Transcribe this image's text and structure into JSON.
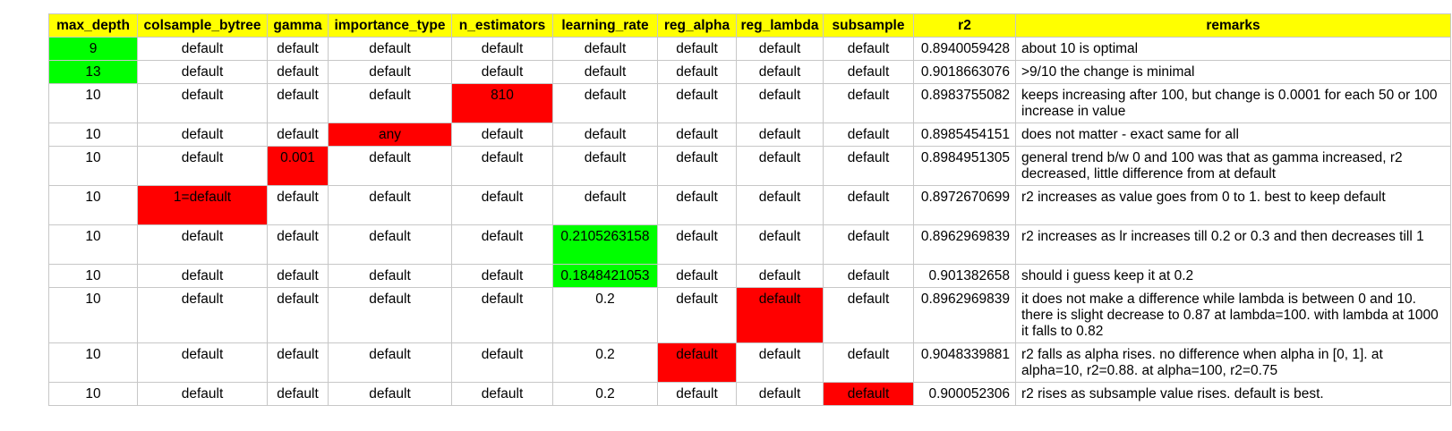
{
  "colors": {
    "header_bg": "#ffff00",
    "green_highlight": "#00ff00",
    "red_highlight": "#ff0000",
    "grid": "#c7c7c7"
  },
  "headers": [
    "max_depth",
    "colsample_bytree",
    "gamma",
    "importance_type",
    "n_estimators",
    "learning_rate",
    "reg_alpha",
    "reg_lambda",
    "subsample",
    "r2",
    "remarks"
  ],
  "rows": [
    {
      "cells": [
        "9",
        "default",
        "default",
        "default",
        "default",
        "default",
        "default",
        "default",
        "default",
        "0.8940059428",
        "about 10 is optimal"
      ],
      "highlight": [
        [
          "green"
        ],
        [],
        [],
        [],
        [],
        [],
        [],
        [],
        [],
        [],
        []
      ]
    },
    {
      "cells": [
        "13",
        "default",
        "default",
        "default",
        "default",
        "default",
        "default",
        "default",
        "default",
        "0.9018663076",
        ">9/10 the change is minimal"
      ],
      "highlight": [
        [
          "green"
        ],
        [],
        [],
        [],
        [],
        [],
        [],
        [],
        [],
        [],
        []
      ]
    },
    {
      "cells": [
        "10",
        "default",
        "default",
        "default",
        "810",
        "default",
        "default",
        "default",
        "default",
        "0.8983755082",
        "keeps increasing after 100, but change is 0.0001 for each 50 or 100 increase in value"
      ],
      "highlight": [
        [],
        [],
        [],
        [],
        [
          "red"
        ],
        [],
        [],
        [],
        [],
        [],
        []
      ]
    },
    {
      "cells": [
        "10",
        "default",
        "default",
        "any",
        "default",
        "default",
        "default",
        "default",
        "default",
        "0.8985454151",
        "does not matter - exact same for all"
      ],
      "highlight": [
        [],
        [],
        [],
        [
          "red"
        ],
        [],
        [],
        [],
        [],
        [],
        [],
        []
      ]
    },
    {
      "cells": [
        "10",
        "default",
        "0.001",
        "default",
        "default",
        "default",
        "default",
        "default",
        "default",
        "0.8984951305",
        "general trend b/w 0 and 100 was that as gamma increased, r2 decreased, little difference from at default"
      ],
      "highlight": [
        [],
        [],
        [
          "red"
        ],
        [],
        [],
        [],
        [],
        [],
        [],
        [],
        []
      ]
    },
    {
      "cells": [
        "10",
        "1=default",
        "default",
        "default",
        "default",
        "default",
        "default",
        "default",
        "default",
        "0.8972670699",
        "r2 increases as value goes from 0 to 1. best to keep default"
      ],
      "highlight": [
        [],
        [
          "red"
        ],
        [],
        [],
        [],
        [],
        [],
        [],
        [],
        [],
        []
      ]
    },
    {
      "cells": [
        "10",
        "default",
        "default",
        "default",
        "default",
        "0.2105263158",
        "default",
        "default",
        "default",
        "0.8962969839",
        "r2 increases as lr increases till 0.2 or 0.3 and then decreases till 1"
      ],
      "highlight": [
        [],
        [],
        [],
        [],
        [],
        [
          "green"
        ],
        [],
        [],
        [],
        [],
        []
      ]
    },
    {
      "cells": [
        "10",
        "default",
        "default",
        "default",
        "default",
        "0.1848421053",
        "default",
        "default",
        "default",
        "0.901382658",
        "should i guess keep it at 0.2"
      ],
      "highlight": [
        [],
        [],
        [],
        [],
        [],
        [
          "green"
        ],
        [],
        [],
        [],
        [],
        []
      ]
    },
    {
      "cells": [
        "10",
        "default",
        "default",
        "default",
        "default",
        "0.2",
        "default",
        "default",
        "default",
        "0.8962969839",
        "it does not make a difference while lambda is between 0 and 10. there is slight decrease to 0.87 at lambda=100. with lambda at 1000 it falls to 0.82"
      ],
      "highlight": [
        [],
        [],
        [],
        [],
        [],
        [],
        [],
        [
          "red"
        ],
        [],
        [],
        []
      ]
    },
    {
      "cells": [
        "10",
        "default",
        "default",
        "default",
        "default",
        "0.2",
        "default",
        "default",
        "default",
        "0.9048339881",
        "r2 falls as alpha rises. no difference when alpha in [0, 1]. at alpha=10, r2=0.88. at alpha=100, r2=0.75"
      ],
      "highlight": [
        [],
        [],
        [],
        [],
        [],
        [],
        [
          "red"
        ],
        [],
        [],
        [],
        []
      ]
    },
    {
      "cells": [
        "10",
        "default",
        "default",
        "default",
        "default",
        "0.2",
        "default",
        "default",
        "default",
        "0.900052306",
        "r2 rises as subsample value rises. default is best."
      ],
      "highlight": [
        [],
        [],
        [],
        [],
        [],
        [],
        [],
        [],
        [
          "red"
        ],
        [],
        []
      ]
    }
  ]
}
